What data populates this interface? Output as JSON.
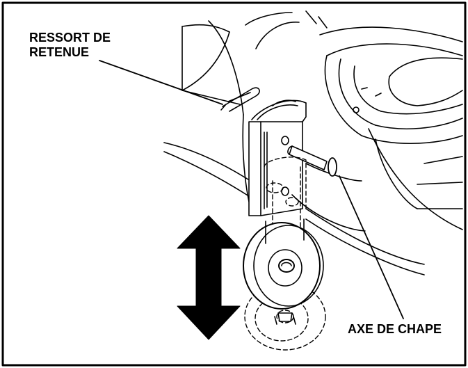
{
  "labels": {
    "retaining_spring_line1": "RESSORT DE",
    "retaining_spring_line2": "RETENUE",
    "clevis_pin": "AXE DE CHAPE"
  },
  "colors": {
    "ink": "#000000",
    "background": "#ffffff"
  },
  "icons": {
    "adjust_arrow": "double-arrow-vertical-icon"
  }
}
